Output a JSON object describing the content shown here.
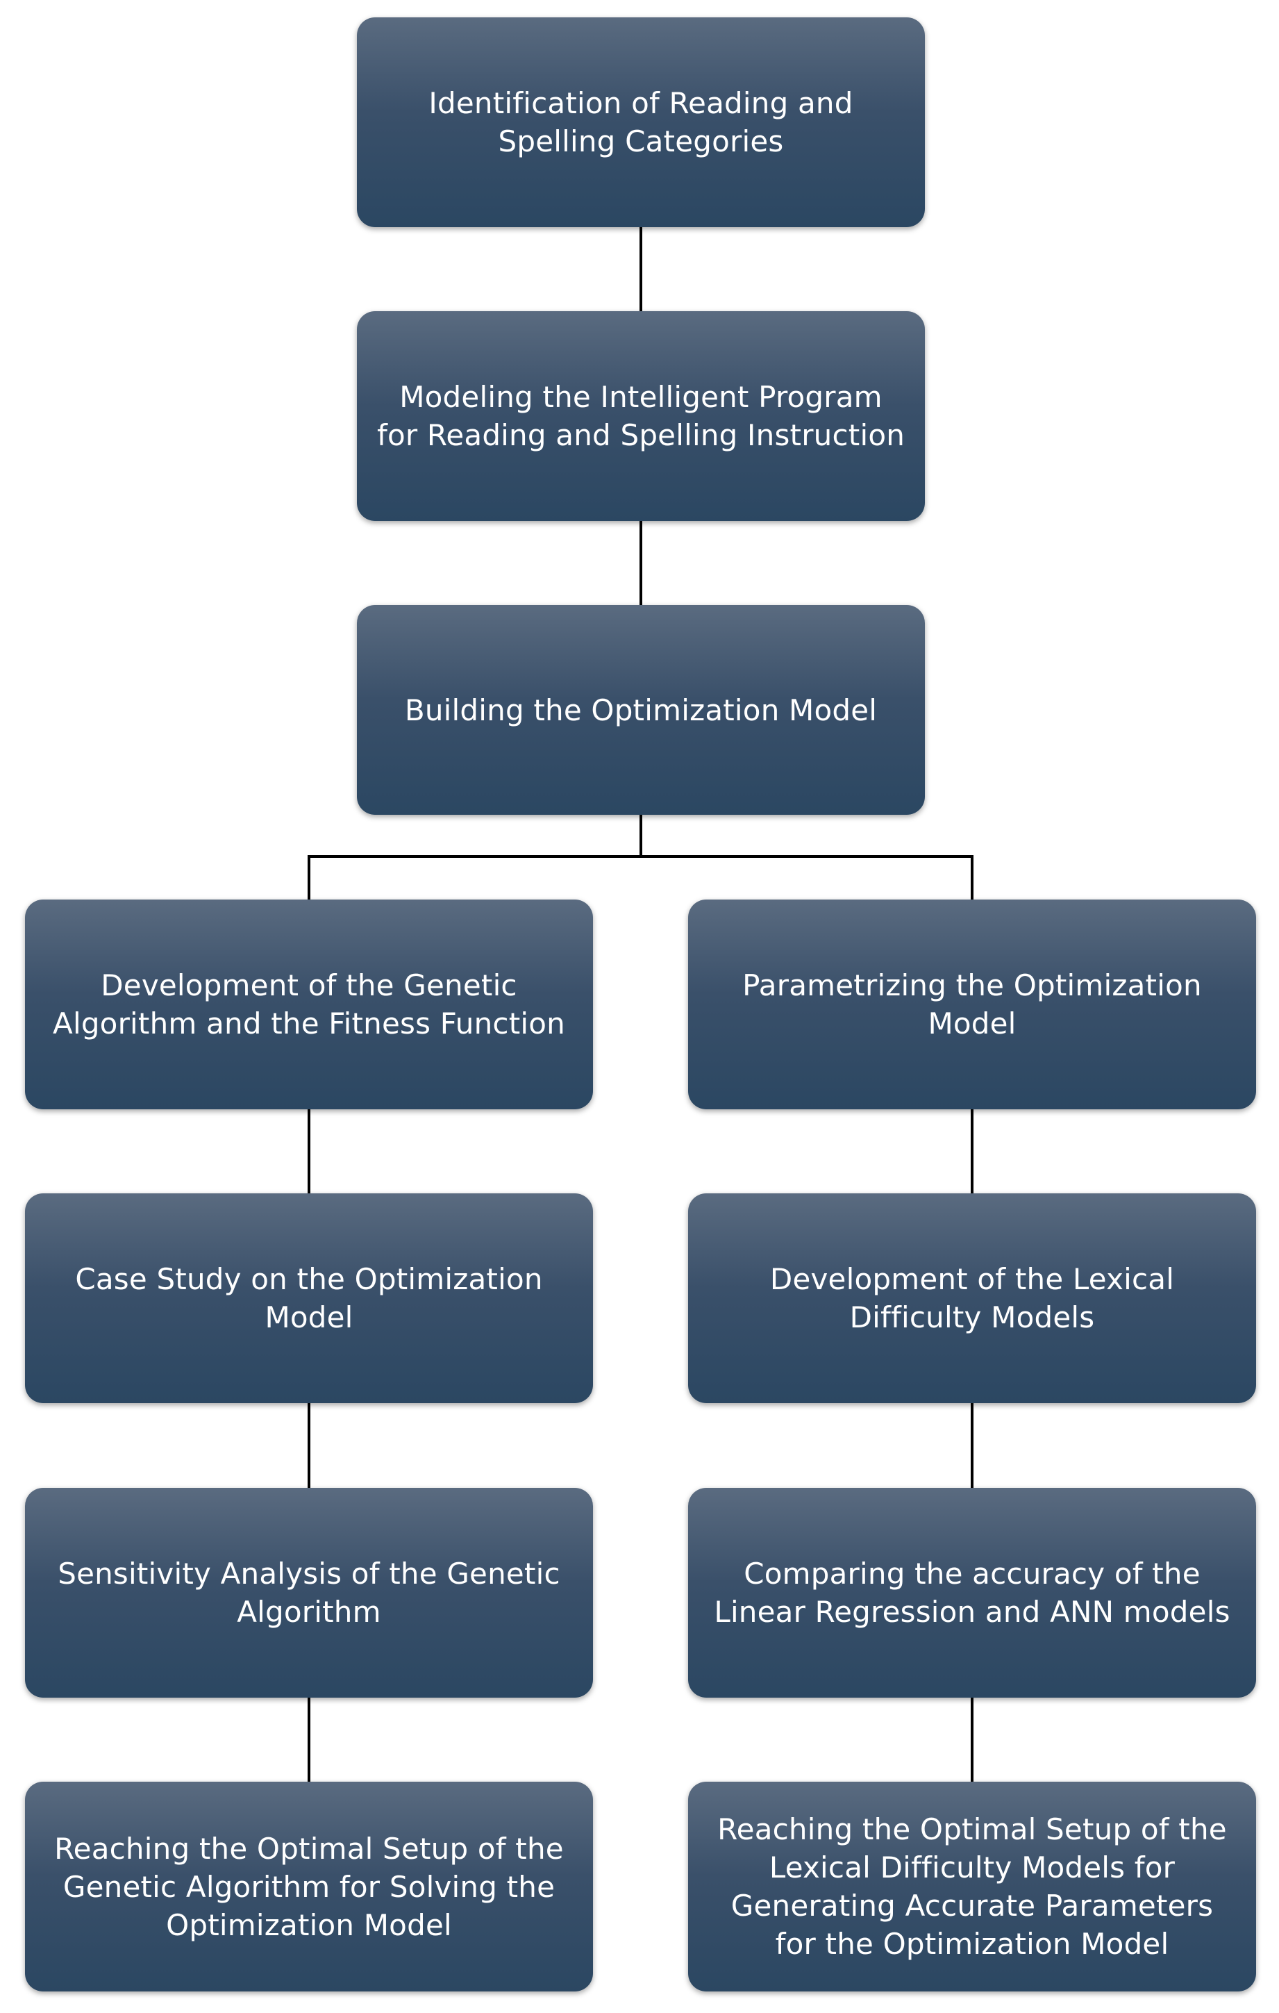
{
  "diagram": {
    "nodes": {
      "n1": "Identification of Reading and Spelling Categories",
      "n2": "Modeling the Intelligent Program for Reading and Spelling Instruction",
      "n3": "Building the Optimization Model",
      "n4": "Development of the Genetic Algorithm and the Fitness Function",
      "n5": "Parametrizing the Optimization Model",
      "n6": "Case Study on the Optimization Model",
      "n7": "Development of the Lexical Difficulty Models",
      "n8": "Sensitivity Analysis of the Genetic Algorithm",
      "n9": "Comparing the accuracy of the Linear Regression and ANN models",
      "n10": "Reaching the Optimal Setup of the Genetic Algorithm for Solving the Optimization Model",
      "n11": "Reaching the Optimal Setup of the Lexical Difficulty Models for Generating Accurate Parameters for the Optimization Model"
    },
    "edges": [
      [
        "n1",
        "n2"
      ],
      [
        "n2",
        "n3"
      ],
      [
        "n3",
        "n4"
      ],
      [
        "n3",
        "n5"
      ],
      [
        "n4",
        "n6"
      ],
      [
        "n6",
        "n8"
      ],
      [
        "n8",
        "n10"
      ],
      [
        "n5",
        "n7"
      ],
      [
        "n7",
        "n9"
      ],
      [
        "n9",
        "n11"
      ]
    ],
    "colors": {
      "box_top": "#5a6b80",
      "box_bottom": "#2b4762",
      "text": "#ffffff",
      "connector": "#000000"
    }
  }
}
